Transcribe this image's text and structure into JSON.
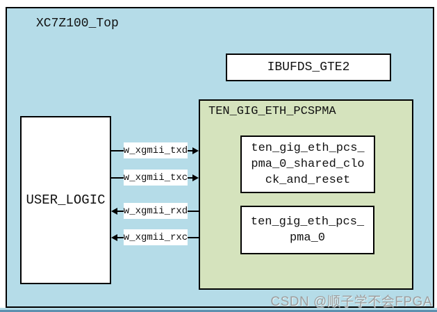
{
  "diagram": {
    "title": "XC7Z100_Top",
    "blocks": {
      "user_logic": {
        "label": "USER_LOGIC"
      },
      "ibufds": {
        "label": "IBUFDS_GTE2"
      },
      "pcspma": {
        "label": "TEN_GIG_ETH_PCSPMA",
        "children": [
          {
            "label": "ten_gig_eth_pcs_\npma_0_shared_clo\nck_and_reset"
          },
          {
            "label": "ten_gig_eth_pcs_\npma_0"
          }
        ]
      }
    },
    "signals": [
      {
        "name": "w_xgmii_txd",
        "direction": "right"
      },
      {
        "name": "w_xgmii_txc",
        "direction": "right"
      },
      {
        "name": "w_xgmii_rxd",
        "direction": "left"
      },
      {
        "name": "w_xgmii_rxc",
        "direction": "left"
      }
    ],
    "colors": {
      "canvas_fill": "#b5dce8",
      "pcspma_fill": "#d5e3bd",
      "block_fill": "#ffffff",
      "line": "#000000",
      "watermark_gray": "#9e9e9e",
      "bottom_strip": "#5c90af"
    },
    "watermark": "CSDN @顺子学不会FPGA"
  }
}
